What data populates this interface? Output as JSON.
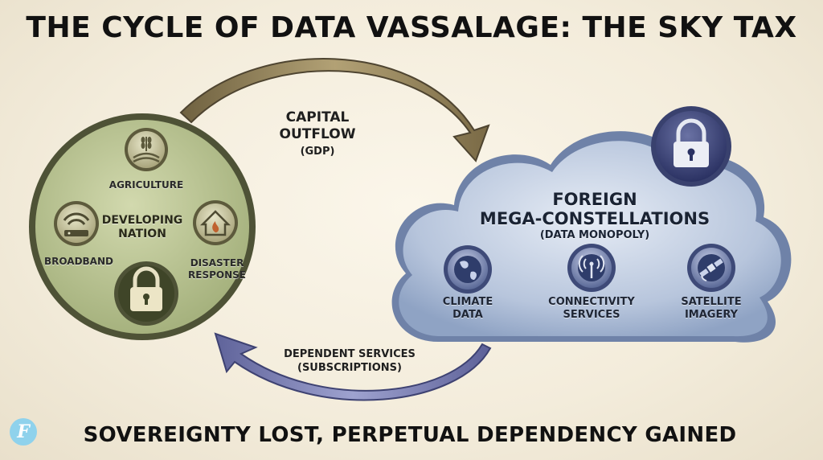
{
  "title": "THE CYCLE OF DATA VASSALAGE: THE SKY TAX",
  "footer": "SOVEREIGNTY LOST, PERPETUAL DEPENDENCY GAINED",
  "logo_letter": "F",
  "nation": {
    "label_line1": "DEVELOPING",
    "label_line2": "NATION",
    "sectors": [
      {
        "label": "AGRICULTURE",
        "icon": "wheat-field-icon"
      },
      {
        "label": "BROADBAND",
        "icon": "wifi-router-icon"
      },
      {
        "label_line1": "DISASTER",
        "label_line2": "RESPONSE",
        "icon": "house-fire-icon"
      }
    ],
    "lock_icon": "padlock-icon"
  },
  "flows": {
    "outflow_line1": "CAPITAL",
    "outflow_line2": "OUTFLOW",
    "outflow_line3": "(GDP)",
    "inflow_line1": "DEPENDENT SERVICES",
    "inflow_line2": "(SUBSCRIPTIONS)"
  },
  "cloud": {
    "title_line1": "FOREIGN",
    "title_line2": "MEGA-CONSTELLATIONS",
    "subtitle": "(DATA MONOPOLY)",
    "items": [
      {
        "line1": "CLIMATE",
        "line2": "DATA",
        "icon": "globe-icon"
      },
      {
        "line1": "CONNECTIVITY",
        "line2": "SERVICES",
        "icon": "antenna-signal-icon"
      },
      {
        "line1": "SATELLITE",
        "line2": "IMAGERY",
        "icon": "satellite-icon"
      }
    ],
    "lock_icon": "padlock-icon"
  },
  "colors": {
    "nation_fill": "#b9c493",
    "nation_border": "#4f5436",
    "cloud_fill": "#b8c7df",
    "outflow_arrow": "#8f7c56",
    "inflow_arrow": "#6c70a8"
  }
}
